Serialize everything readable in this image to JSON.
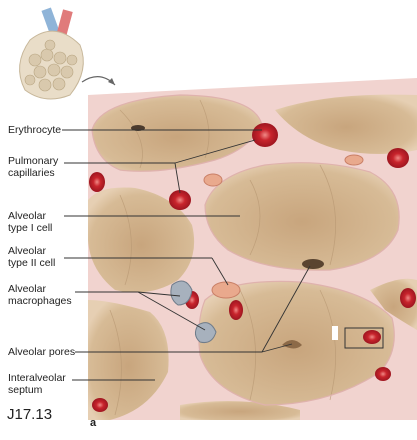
{
  "labels": {
    "erythrocyte": "Erythrocyte",
    "pulmonary_capillaries": [
      "Pulmonary",
      "capillaries"
    ],
    "alveolar_type1": [
      "Alveolar",
      "type I cell"
    ],
    "alveolar_type2": [
      "Alveolar",
      "type II cell"
    ],
    "alveolar_macrophages": [
      "Alveolar",
      "macrophages"
    ],
    "alveolar_pores": "Alveolar pores",
    "interalveolar_septum": [
      "Interalveolar",
      "septum"
    ]
  },
  "figure_code": "J17.13",
  "panel_letter": "a",
  "colors": {
    "alveolus_fill": "#d2b48f",
    "alveolus_dark": "#b89873",
    "septum": "#f1d3cf",
    "septum_edge": "#dfb2ad",
    "erythrocyte": "#c8242c",
    "leader_line": "#333333"
  }
}
